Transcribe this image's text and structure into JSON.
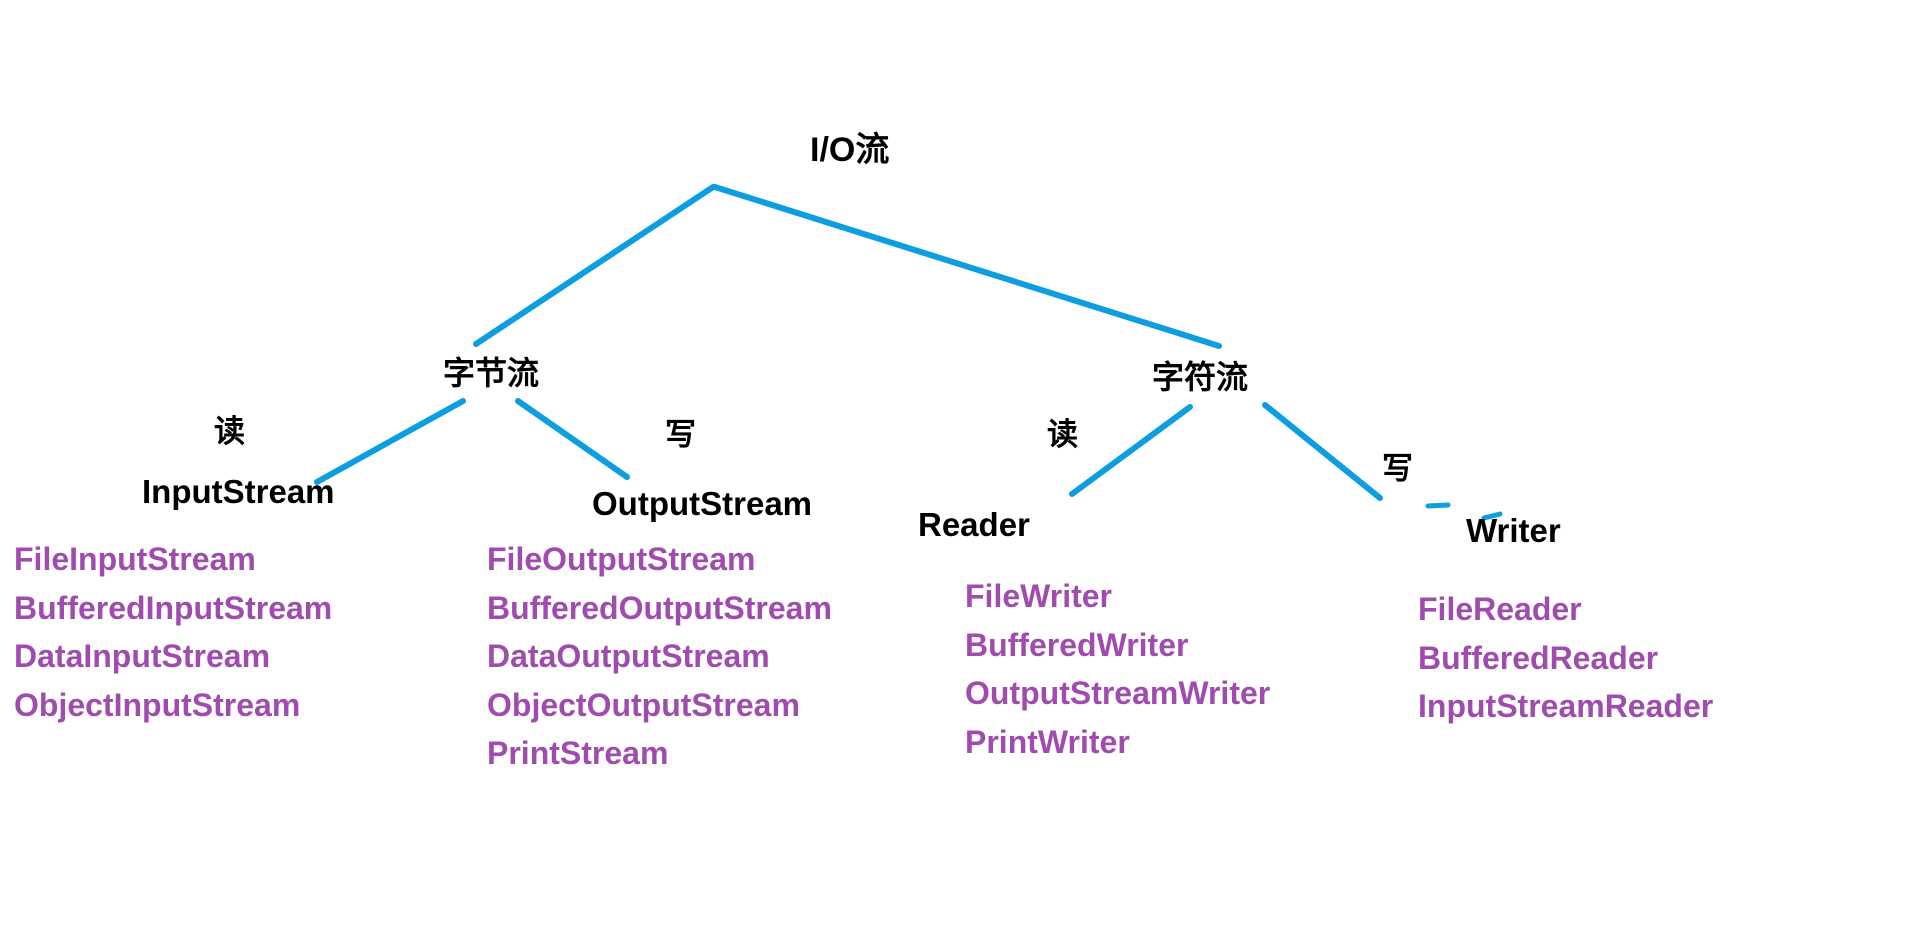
{
  "diagram": {
    "title": "I/O流",
    "line_color": "#0d9ee0",
    "heading_color": "#000000",
    "subclass_color": "#a04cae",
    "background": "#ffffff"
  },
  "root": {
    "label": "I/O流"
  },
  "branches": [
    {
      "label": "字节流",
      "edges": [
        {
          "label": "读"
        },
        {
          "label": "写"
        }
      ],
      "groups": [
        {
          "heading": "InputStream",
          "subclasses": [
            "FileInputStream",
            "BufferedInputStream",
            "DataInputStream",
            "ObjectInputStream"
          ]
        },
        {
          "heading": "OutputStream",
          "subclasses": [
            "FileOutputStream",
            "BufferedOutputStream",
            "DataOutputStream",
            "ObjectOutputStream",
            "PrintStream"
          ]
        }
      ]
    },
    {
      "label": "字符流",
      "edges": [
        {
          "label": "读"
        },
        {
          "label": "写"
        }
      ],
      "groups": [
        {
          "heading": "Reader",
          "subclasses": [
            "FileWriter",
            "BufferedWriter",
            "OutputStreamWriter",
            "PrintWriter"
          ]
        },
        {
          "heading": "Writer",
          "subclasses": [
            "FileReader",
            "BufferedReader",
            "InputStreamReader"
          ]
        }
      ]
    }
  ]
}
